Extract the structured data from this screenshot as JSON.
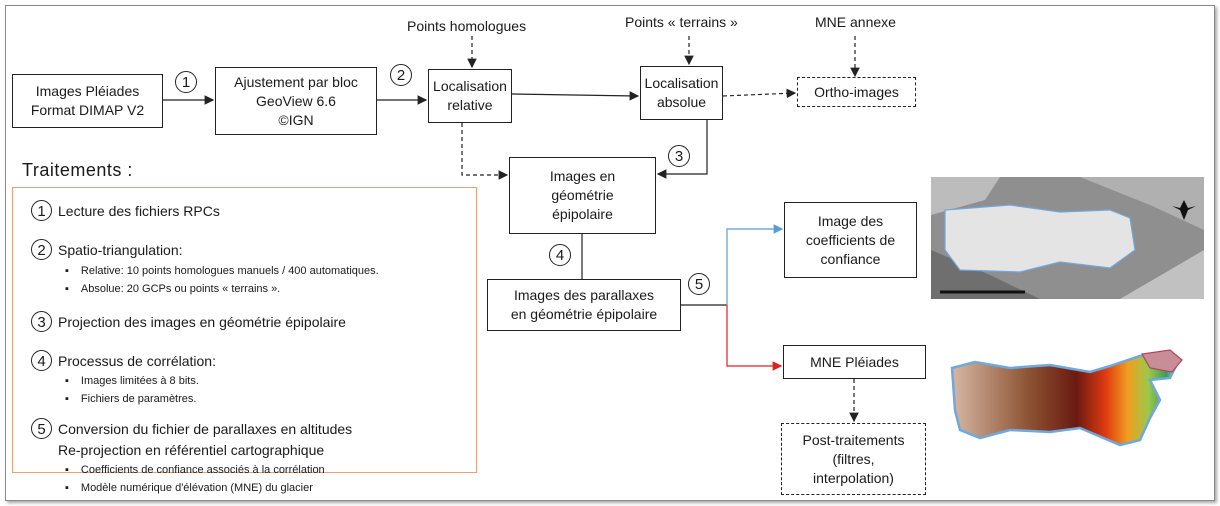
{
  "top_labels": {
    "points_homologues": "Points homologues",
    "points_terrains": "Points « terrains »",
    "mne_annexe": "MNE annexe"
  },
  "nodes": {
    "images_pleiades": "Images Pléiades\nFormat DIMAP V2",
    "ajustement": "Ajustement par bloc\nGeoView 6.6\n©IGN",
    "loc_relative": "Localisation\nrelative",
    "loc_absolue": "Localisation\nabsolue",
    "ortho": "Ortho-images",
    "epipolaire": "Images en\ngéométrie\népipolaire",
    "parallaxes": "Images des parallaxes\nen géométrie épipolaire",
    "coefficients": "Image des\ncoefficients de\nconfiance",
    "mne_pleiades": "MNE Pléiades",
    "post": "Post-traitements\n(filtres,\ninterpolation)"
  },
  "step_numbers": [
    "1",
    "2",
    "3",
    "4",
    "5"
  ],
  "traitements": {
    "title": "Traitements :",
    "step1": "Lecture des fichiers RPCs",
    "step2": "Spatio-triangulation:",
    "step2_b1": "Relative: 10 points homologues manuels / 400 automatiques.",
    "step2_b2": "Absolue: 20 GCPs ou points « terrains ».",
    "step3": "Projection des images en géométrie épipolaire",
    "step4": "Processus de corrélation:",
    "step4_b1": "Images limitées à 8 bits.",
    "step4_b2": "Fichiers de paramètres.",
    "step5": "Conversion du fichier de parallaxes en altitudes",
    "step5_line2": "Re-projection en référentiel cartographique",
    "step5_b1": "Coefficients de confiance associés à la corrélation",
    "step5_b2": "Modèle numérique d'élévation (MNE) du glacier"
  },
  "colors": {
    "arrow_blue": "#5b9bd5",
    "arrow_red": "#e02020",
    "box_orange": "#e8a07a"
  }
}
